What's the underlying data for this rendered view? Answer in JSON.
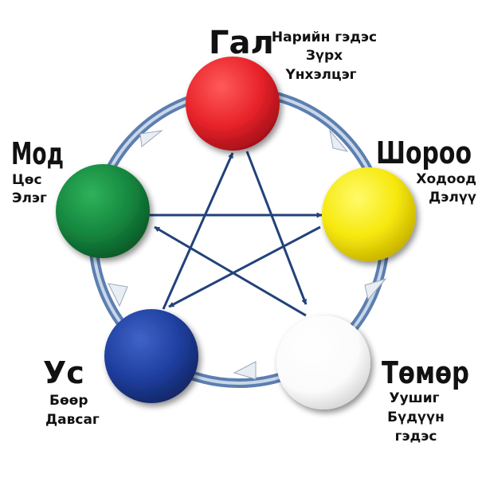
{
  "elements": [
    {
      "key": "fire",
      "name": "Гал",
      "organs": [
        "Нарийн гэдэс",
        "Зүрх",
        "Үнхэлцэг"
      ],
      "color": "#e8232a"
    },
    {
      "key": "earth",
      "name": "Шороо",
      "organs": [
        "Ходоод",
        "Дэлүү"
      ],
      "color": "#f6e80c"
    },
    {
      "key": "metal",
      "name": "Төмөр",
      "organs": [
        "Уушиг",
        "Бүдүүн",
        "гэдэс"
      ],
      "color": "#ffffff"
    },
    {
      "key": "water",
      "name": "Ус",
      "organs": [
        "Бөөр",
        "Давсаг"
      ],
      "color": "#1f3fa0"
    },
    {
      "key": "wood",
      "name": "Мод",
      "organs": [
        "Цөс",
        "Элэг"
      ],
      "color": "#15873f"
    }
  ],
  "colors": {
    "ring": "#5c7fb0",
    "ring_highlight": "#c9d7ea",
    "star_arrow": "#22427a",
    "ring_arrowhead": "#e9eef4"
  }
}
